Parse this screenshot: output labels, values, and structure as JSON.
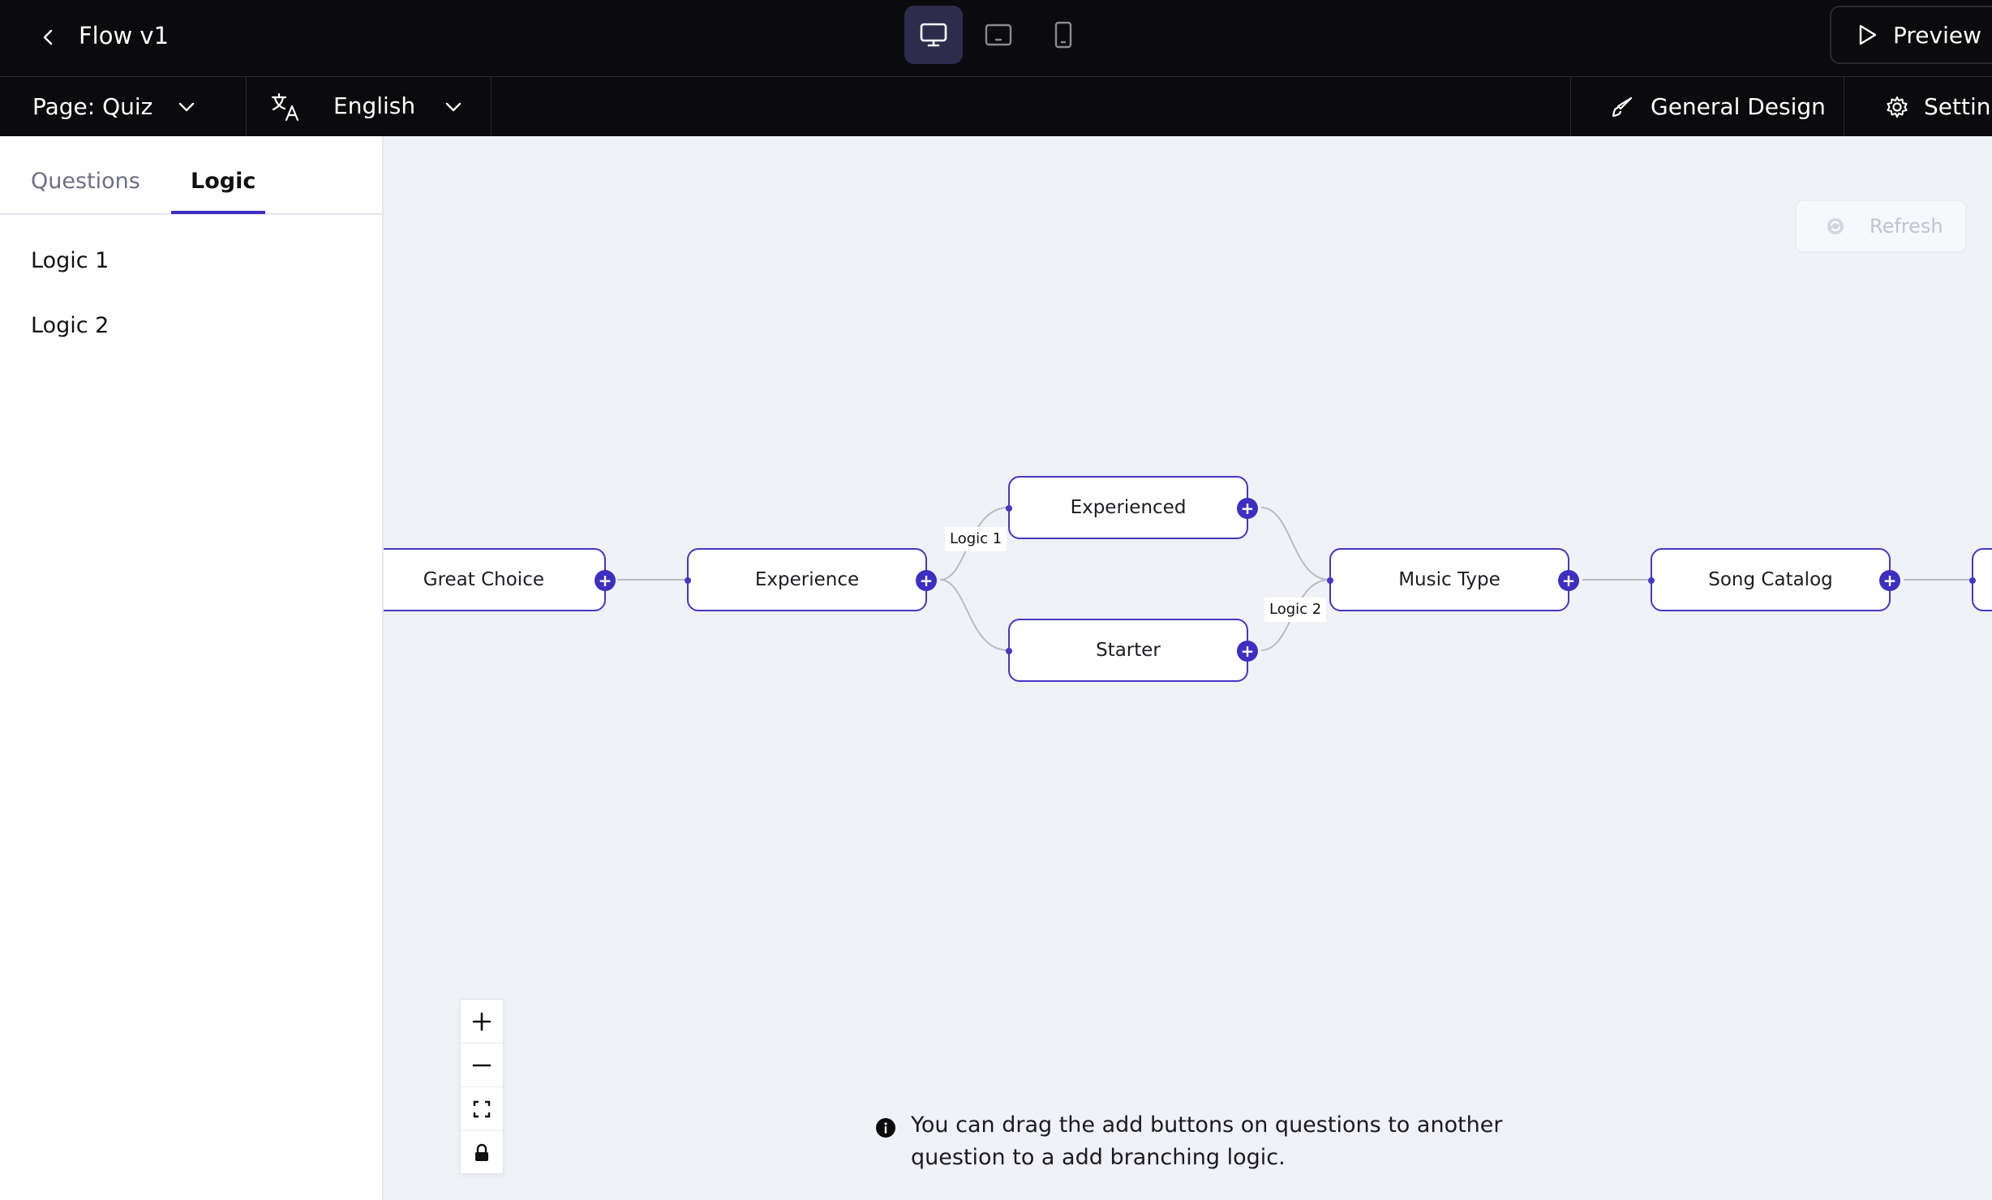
{
  "header": {
    "back_icon": "chevron-left-icon",
    "flow_title": "Flow v1",
    "devices": [
      {
        "name": "desktop",
        "icon": "desktop-icon",
        "active": true
      },
      {
        "name": "tablet",
        "icon": "tablet-icon",
        "active": false
      },
      {
        "name": "mobile",
        "icon": "mobile-icon",
        "active": false
      }
    ],
    "preview_label": "Preview"
  },
  "toolbar": {
    "page_label": "Page: Quiz",
    "language_label": "English",
    "general_design_label": "General Design",
    "settings_label": "Settings"
  },
  "sidebar": {
    "tabs": [
      {
        "label": "Questions",
        "active": false
      },
      {
        "label": "Logic",
        "active": true
      }
    ],
    "logic_items": [
      {
        "label": "Logic 1"
      },
      {
        "label": "Logic 2"
      }
    ]
  },
  "canvas": {
    "refresh_label": "Refresh",
    "nodes": [
      {
        "label": "Great Choice"
      },
      {
        "label": "Experience"
      },
      {
        "label": "Experienced"
      },
      {
        "label": "Starter"
      },
      {
        "label": "Music Type"
      },
      {
        "label": "Song Catalog"
      }
    ],
    "edge_labels": [
      {
        "label": "Logic 1"
      },
      {
        "label": "Logic 2"
      }
    ],
    "add_symbol": "+",
    "hint": "You can drag the add buttons on questions to another question to a add branching logic."
  },
  "colors": {
    "accent": "#3d2fc0",
    "header_bg": "#0b0b0d",
    "canvas_bg": "#f1f2f7",
    "active_device_bg": "#2e2c4d"
  }
}
